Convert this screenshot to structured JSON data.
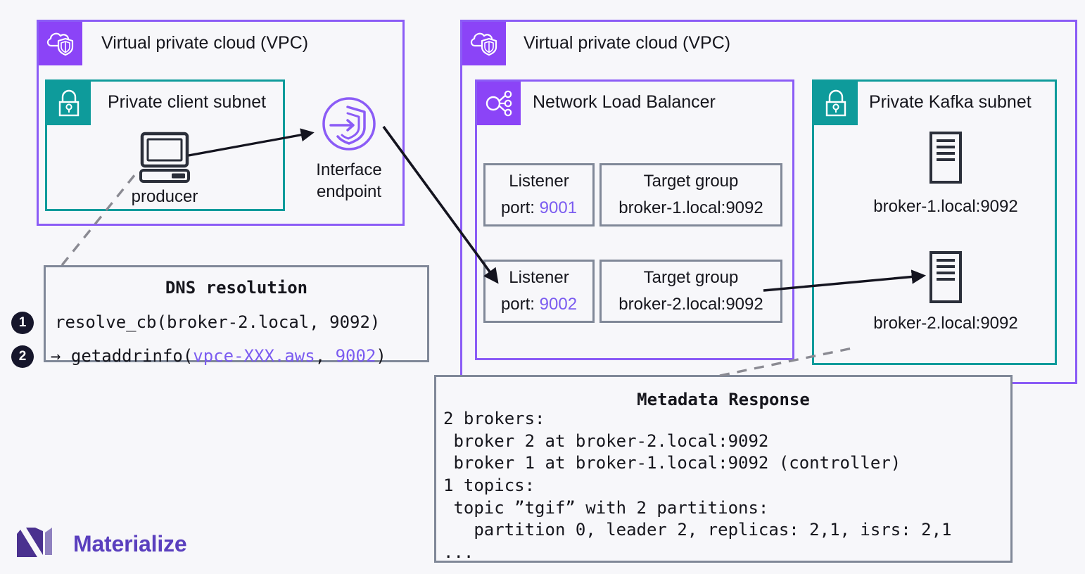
{
  "page": {
    "background": "#f7f7fa",
    "accent_purple": "#8b5cf6",
    "accent_teal": "#0e9b9b",
    "accent_gray": "#808898",
    "code_accent": "#7b5cf0"
  },
  "client_vpc": {
    "title": "Virtual private cloud (VPC)",
    "icon": "vpc-cloud-shield-icon",
    "subnet": {
      "title": "Private client subnet",
      "icon": "padlock-icon",
      "node": {
        "icon": "desktop-computer-icon",
        "label": "producer"
      }
    },
    "endpoint": {
      "icon": "interface-endpoint-icon",
      "label_line1": "Interface",
      "label_line2": "endpoint"
    }
  },
  "dns_box": {
    "title": "DNS resolution",
    "steps": [
      {
        "number": "1",
        "prefix": "resolve_cb(broker-2.local, 9092)",
        "accent": "",
        "suffix": ""
      },
      {
        "number": "2",
        "prefix": "→ getaddrinfo(",
        "accent_host": "vpce-XXX.aws",
        "mid": ", ",
        "accent_port": "9002",
        "suffix": ")"
      }
    ]
  },
  "service_vpc": {
    "title": "Virtual private cloud (VPC)",
    "icon": "vpc-cloud-shield-icon",
    "nlb": {
      "title": "Network Load Balancer",
      "icon": "network-load-balancer-icon",
      "rows": [
        {
          "listener_label": "Listener",
          "listener_port_prefix": "port: ",
          "listener_port": "9001",
          "target_label": "Target group",
          "target_value": "broker-1.local:9092"
        },
        {
          "listener_label": "Listener",
          "listener_port_prefix": "port: ",
          "listener_port": "9002",
          "target_label": "Target group",
          "target_value": "broker-2.local:9092"
        }
      ]
    },
    "kafka_subnet": {
      "title": "Private Kafka subnet",
      "icon": "padlock-icon",
      "brokers": [
        {
          "icon": "server-icon",
          "label": "broker-1.local:9092"
        },
        {
          "icon": "server-icon",
          "label": "broker-2.local:9092"
        }
      ]
    }
  },
  "metadata_box": {
    "title": "Metadata Response",
    "lines": [
      "2 brokers:",
      " broker 2 at broker-2.local:9092",
      " broker 1 at broker-1.local:9092 (controller)",
      "1 topics:",
      " topic ”tgif” with 2 partitions:",
      "   partition 0, leader 2, replicas: 2,1, isrs: 2,1",
      "..."
    ]
  },
  "brand": {
    "name": "Materialize",
    "logo": "materialize-logo-icon",
    "dark": "#4a318f",
    "light": "#8f81bf"
  }
}
